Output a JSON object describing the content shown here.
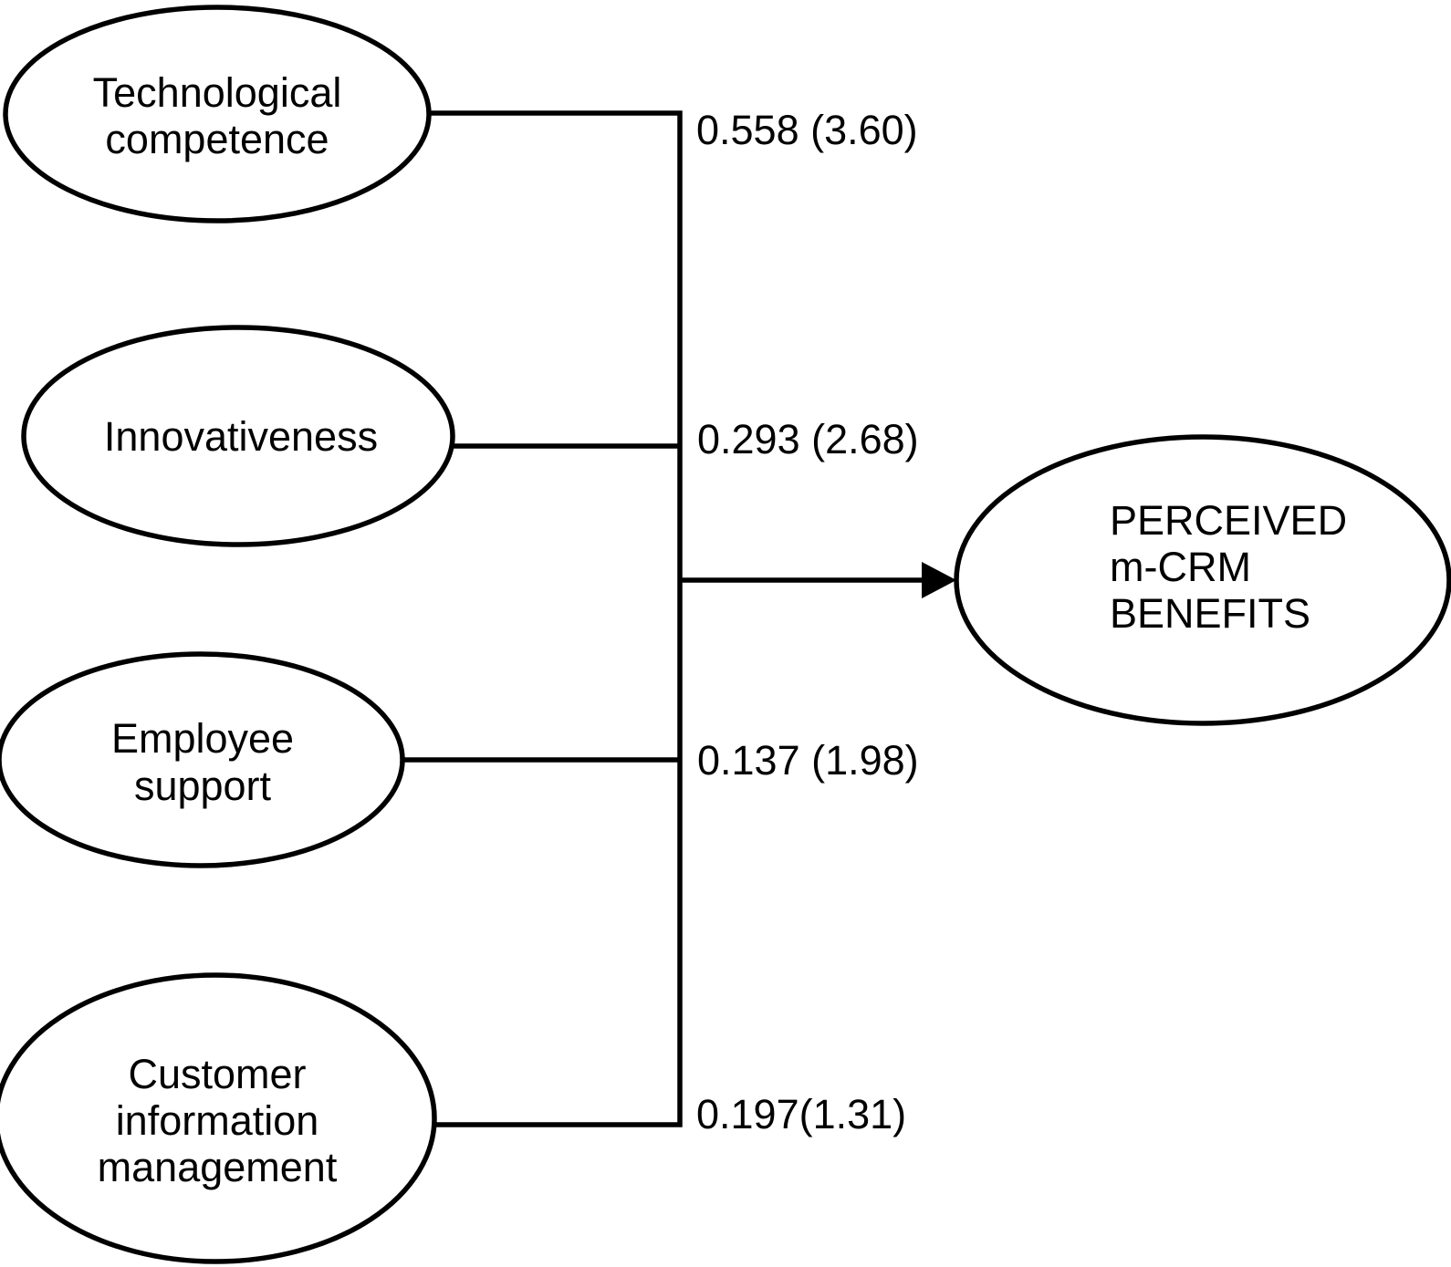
{
  "colors": {
    "background": "#ffffff",
    "line": "#000000",
    "text": "#000000"
  },
  "model": {
    "predictors": [
      {
        "id": "technological-competence",
        "label_lines": [
          "Technological",
          "competence"
        ],
        "coefficient": "0.558 (3.60)"
      },
      {
        "id": "innovativeness",
        "label_lines": [
          "Innovativeness"
        ],
        "coefficient": "0.293 (2.68)"
      },
      {
        "id": "employee-support",
        "label_lines": [
          "Employee",
          "support"
        ],
        "coefficient": "0.137 (1.98)"
      },
      {
        "id": "customer-information-management",
        "label_lines": [
          "Customer",
          "information",
          "management"
        ],
        "coefficient": "0.197(1.31)"
      }
    ],
    "outcome": {
      "id": "perceived-mcrm-benefits",
      "label_lines": [
        "PERCEIVED",
        "m-CRM",
        "BENEFITS"
      ]
    }
  }
}
